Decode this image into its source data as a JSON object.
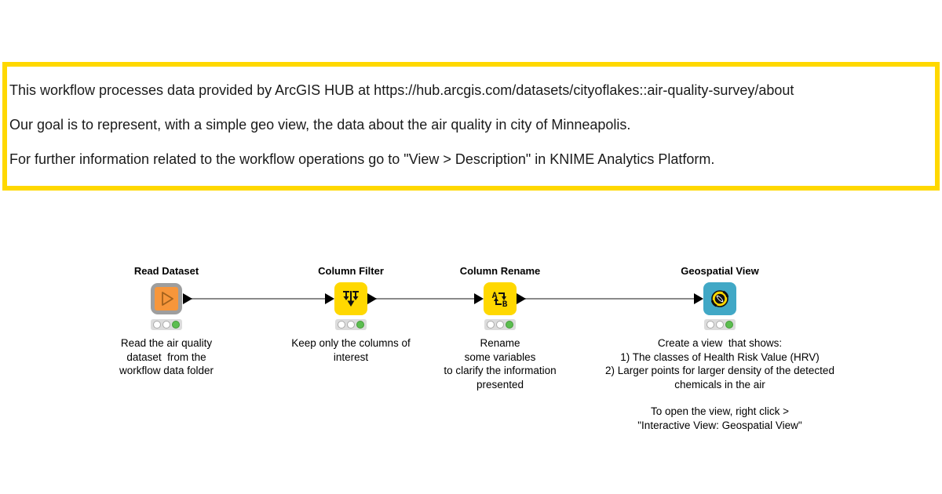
{
  "annotation_box": {
    "border_color": "#FFD800",
    "lines": [
      "This workflow processes data provided by ArcGIS HUB at https://hub.arcgis.com/datasets/cityoflakes::air-quality-survey/about",
      "Our goal is to represent, with a simple geo view, the data about the air quality in city of Minneapolis.",
      "For further information related to the workflow operations go to \"View > Description\" in KNIME Analytics Platform."
    ]
  },
  "workflow": {
    "nodes": [
      {
        "label": "Read Dataset",
        "icon": "play-reader-icon",
        "description": "Read the air quality\ndataset  from the\nworkflow data folder",
        "status": "executed"
      },
      {
        "label": "Column Filter",
        "icon": "column-filter-icon",
        "description": "Keep only the columns of\ninterest",
        "status": "executed"
      },
      {
        "label": "Column Rename",
        "icon": "column-rename-icon",
        "description": "Rename\nsome variables\nto clarify the information\npresented",
        "status": "executed"
      },
      {
        "label": "Geospatial View",
        "icon": "geospatial-globe-icon",
        "description": "Create a view  that shows:\n1) The classes of Health Risk Value (HRV)\n2) Larger points for larger density of the detected\nchemicals in the air",
        "extra_note": "To open the view, right click >\n\"Interactive View: Geospatial View\"",
        "status": "executed"
      }
    ],
    "colors": {
      "reader_frame": "#9E9E9E",
      "reader_fill": "#F7963B",
      "manipulator_fill": "#FFD800",
      "view_fill": "#41A8C6",
      "status_green": "#5CBE50",
      "connection_gray": "#8A8A8A",
      "port_black": "#000000"
    }
  }
}
